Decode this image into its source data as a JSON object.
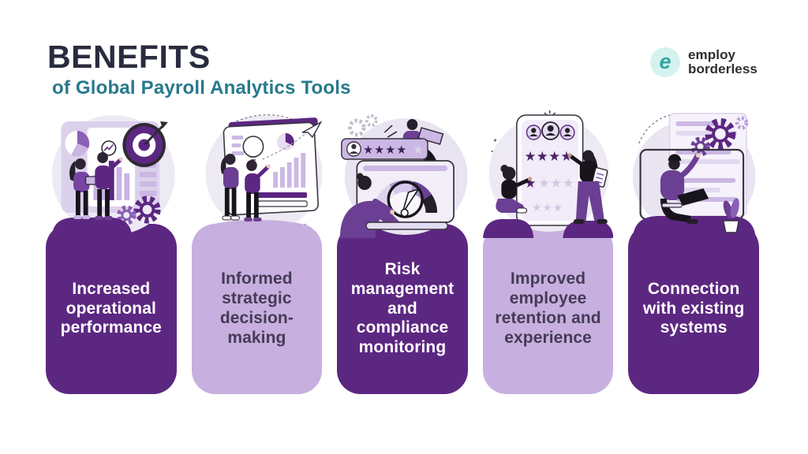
{
  "header": {
    "title": "BENEFITS",
    "subtitle": "of Global Payroll Analytics Tools"
  },
  "logo": {
    "mark_letter": "e",
    "name_line1": "employ",
    "name_line2": "borderless"
  },
  "cards": [
    {
      "label": "Increased\noperational\nperformance",
      "variant": "dark",
      "illustration": "team-analytics-target"
    },
    {
      "label": "Informed\nstrategic\ndecision-\nmaking",
      "variant": "light",
      "illustration": "strategy-presentation-board"
    },
    {
      "label": "Risk\nmanagement\nand\ncompliance\nmonitoring",
      "variant": "dark",
      "illustration": "risk-gauge-monitoring"
    },
    {
      "label": "Improved\nemployee\nretention and\nexperience",
      "variant": "light",
      "illustration": "employee-star-ratings"
    },
    {
      "label": "Connection\nwith existing\nsystems",
      "variant": "dark",
      "illustration": "workstation-gears-integration"
    }
  ],
  "colors": {
    "card_dark_purple": "#5c2781",
    "card_light_purple": "#c7afdf",
    "title_navy": "#292c3e",
    "subtitle_teal": "#27798c",
    "logo_teal": "#2fa8a2",
    "logo_circle_bg": "#d6f2ee",
    "light_card_text": "#453b57",
    "dark_card_text": "#ffffff",
    "background": "#ffffff"
  }
}
